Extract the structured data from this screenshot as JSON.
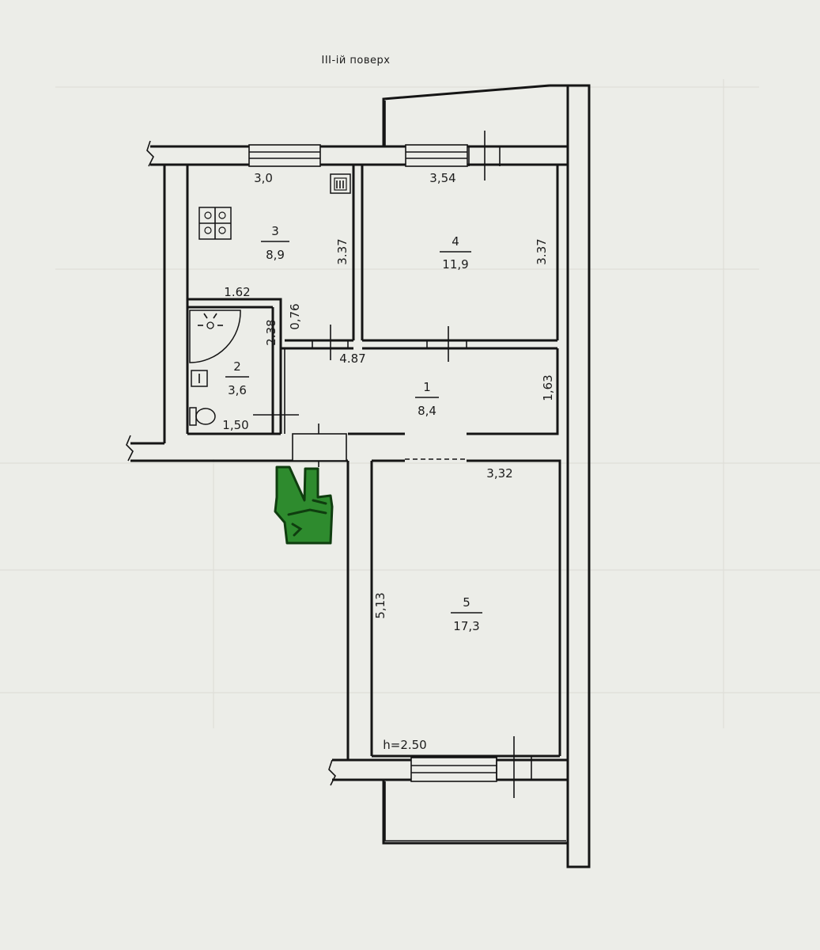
{
  "floor_title": "III-ій поверх",
  "ceiling_height": "h=2.50",
  "rooms": [
    {
      "number": "1",
      "area": "8,4"
    },
    {
      "number": "2",
      "area": "3,6"
    },
    {
      "number": "3",
      "area": "8,9"
    },
    {
      "number": "4",
      "area": "11,9"
    },
    {
      "number": "5",
      "area": "17,3"
    }
  ],
  "dimensions": {
    "r3_width": "3,0",
    "r3_length": "3.37",
    "r4_width": "3,54",
    "r4_length": "3.37",
    "r2_width": "1.62",
    "r2_depth": "2.38",
    "r2_stub": "0,76",
    "r2_bottom": "1,50",
    "hall_length": "4.87",
    "hall_width": "1,63",
    "r5_width": "3,32",
    "r5_length": "5,13"
  },
  "colors": {
    "wall": "#151515",
    "paper": "#ecede8",
    "stamp_green": "#2e8b2e"
  }
}
